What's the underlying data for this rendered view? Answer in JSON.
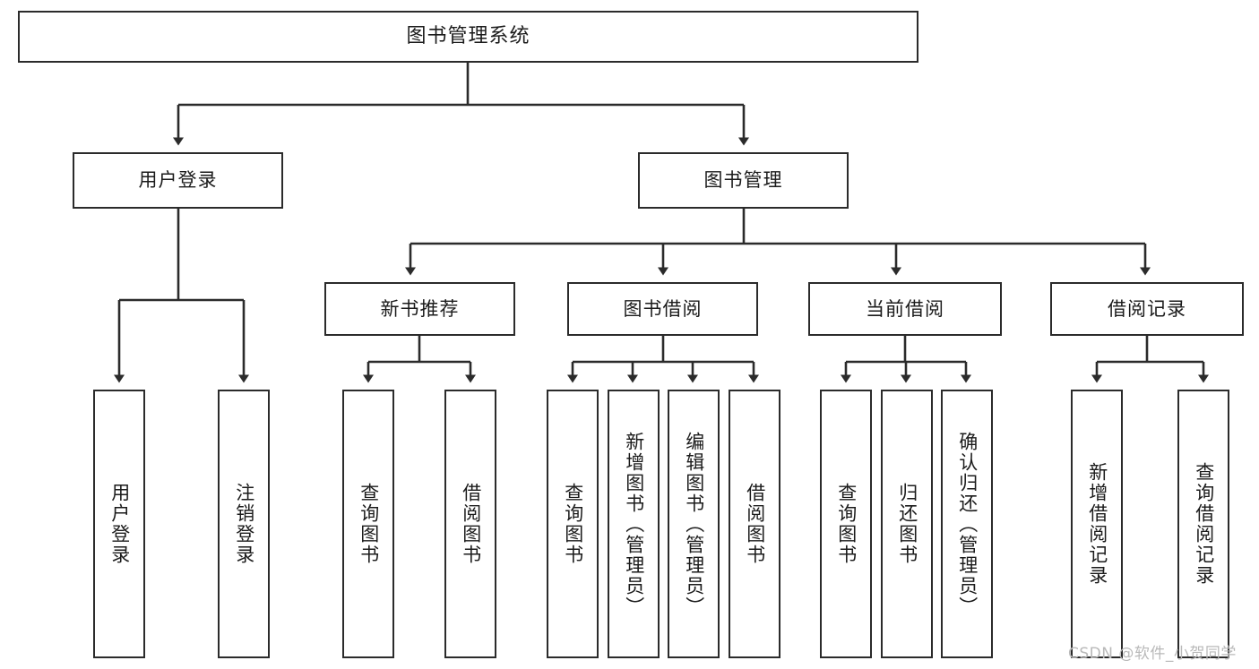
{
  "diagram": {
    "title": "图书管理系统",
    "type": "tree-hierarchy-chart",
    "root": {
      "id": "root",
      "label": "图书管理系统"
    },
    "level2": [
      {
        "id": "user-login",
        "label": "用户登录"
      },
      {
        "id": "book-management",
        "label": "图书管理"
      }
    ],
    "level3": [
      {
        "id": "new-book-recommend",
        "label": "新书推荐"
      },
      {
        "id": "book-borrow",
        "label": "图书借阅"
      },
      {
        "id": "current-borrow",
        "label": "当前借阅"
      },
      {
        "id": "borrow-record",
        "label": "借阅记录"
      }
    ],
    "leaves": {
      "user_login": [
        {
          "id": "leaf-user-login",
          "label": "用户登录"
        },
        {
          "id": "leaf-logout-login",
          "label": "注销登录"
        }
      ],
      "new_book_recommend": [
        {
          "id": "leaf-query-book-1",
          "label": "查询图书"
        },
        {
          "id": "leaf-borrow-book-1",
          "label": "借阅图书"
        }
      ],
      "book_borrow": [
        {
          "id": "leaf-query-book-2",
          "label": "查询图书"
        },
        {
          "id": "leaf-add-book",
          "label": "新增图书（管理员）"
        },
        {
          "id": "leaf-edit-book",
          "label": "编辑图书（管理员）"
        },
        {
          "id": "leaf-borrow-book-2",
          "label": "借阅图书"
        }
      ],
      "current_borrow": [
        {
          "id": "leaf-query-book-3",
          "label": "查询图书"
        },
        {
          "id": "leaf-return-book",
          "label": "归还图书"
        },
        {
          "id": "leaf-confirm-return",
          "label": "确认归还（管理员）"
        }
      ],
      "borrow_record": [
        {
          "id": "leaf-add-record",
          "label": "新增借阅记录"
        },
        {
          "id": "leaf-query-record",
          "label": "查询借阅记录"
        }
      ]
    }
  },
  "watermark": {
    "text": "CSDN @软件_小贺同学"
  },
  "colors": {
    "stroke": "#2b2b2b",
    "box_fill": "#ffffff",
    "text": "#1b1b1b",
    "watermark": "#b9b9b9",
    "background": "#ffffff"
  }
}
